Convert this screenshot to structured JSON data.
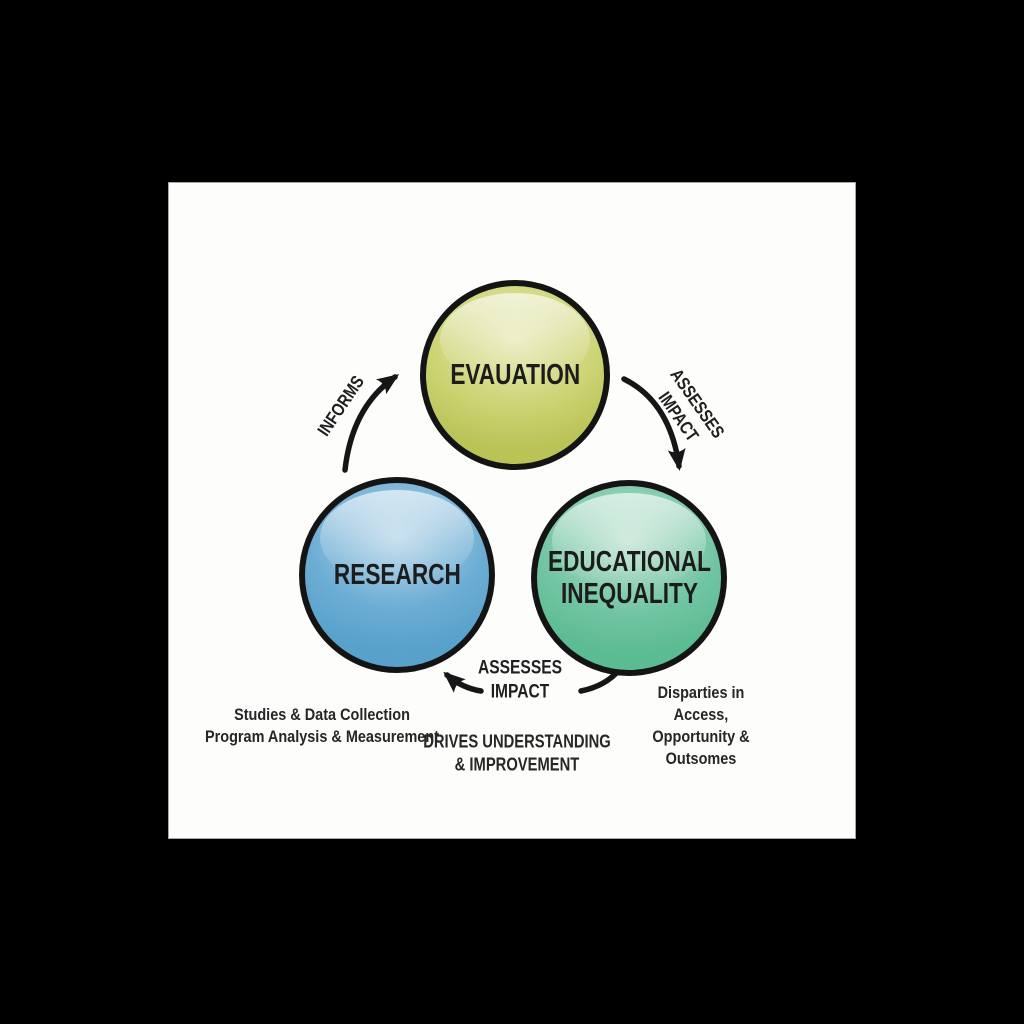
{
  "page": {
    "background": "#000000"
  },
  "panel": {
    "background": "#fdfdfc",
    "border_color": "#a9a59f"
  },
  "diagram": {
    "type": "cycle-diagram",
    "arrow_color": "#161616",
    "nodes": [
      {
        "id": "evaluation",
        "label": "EVAUATION",
        "outline": "#141414",
        "colors": {
          "light": "#e7eab6",
          "mid": "#ccd373",
          "dark": "#b9c356"
        }
      },
      {
        "id": "research",
        "label": "RESEARCH",
        "outline": "#141414",
        "colors": {
          "light": "#b9d7e9",
          "mid": "#6cadd4",
          "dark": "#57a1cb"
        }
      },
      {
        "id": "educational-inequality",
        "label": "EDUCATIONAL\nINEQUALITY",
        "outline": "#141414",
        "colors": {
          "light": "#c1e4d2",
          "mid": "#72c5a3",
          "dark": "#5bbb92"
        }
      }
    ],
    "edges": [
      {
        "from": "research",
        "to": "evaluation",
        "label": "INFORMS"
      },
      {
        "from": "evaluation",
        "to": "educational-inequality",
        "label": "ASSESSES IMPACT"
      },
      {
        "from": "educational-inequality",
        "to": "research",
        "label": "ASSESSES\nIMPACT"
      }
    ],
    "annotations": [
      {
        "for": "research",
        "text": "Studies & Data Collection\nProgram Analysis & Measurement"
      },
      {
        "for": "cycle",
        "text": "DRIVES UNDERSTANDING\n& IMPROVEMENT"
      },
      {
        "for": "educational-inequality",
        "text": "Disparties in Access,\nOpportunity & Outsomes"
      }
    ]
  }
}
